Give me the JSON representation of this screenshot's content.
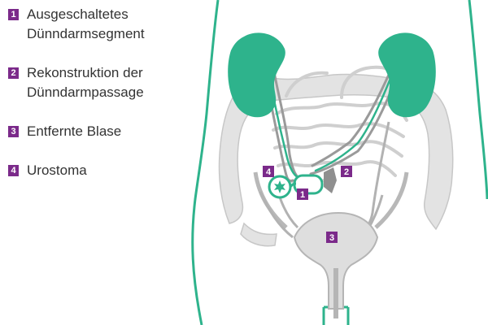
{
  "legend": {
    "items": [
      {
        "number": "1",
        "label": "Ausgeschaltetes Dünndarmsegment"
      },
      {
        "number": "2",
        "label": "Rekonstruktion der Dünndarmpassage"
      },
      {
        "number": "3",
        "label": "Entfernte Blase"
      },
      {
        "number": "4",
        "label": "Urostoma"
      }
    ]
  },
  "markers": {
    "m1": "1",
    "m2": "2",
    "m3": "3",
    "m4": "4"
  },
  "colors": {
    "accent_purple": "#7b2a8a",
    "kidney_green": "#2eb38c",
    "body_outline": "#2eb38c",
    "organ_gray": "#dcdcdc",
    "organ_outline": "#bdbdbd",
    "text": "#333333"
  }
}
